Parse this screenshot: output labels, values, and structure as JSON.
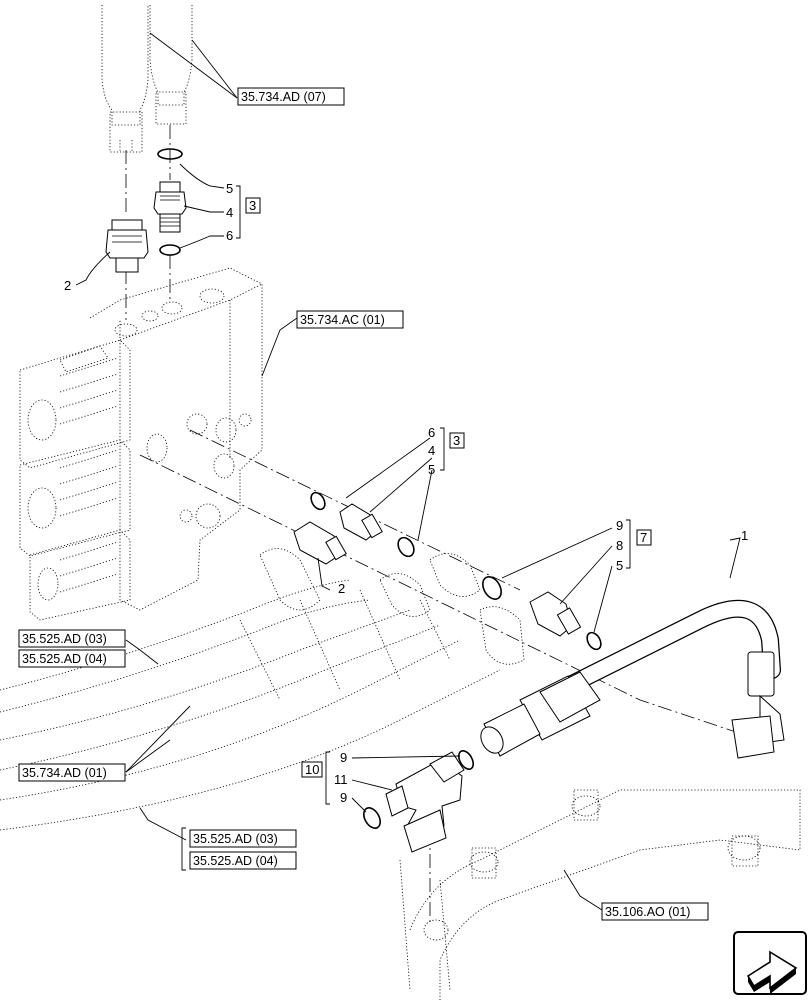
{
  "references": {
    "r1": "35.734.AD (07)",
    "r2": "35.734.AC (01)",
    "r3": "35.525.AD (03)",
    "r4": "35.525.AD (04)",
    "r5": "35.734.AD (01)",
    "r6": "35.525.AD (03)",
    "r7": "35.525.AD (04)",
    "r8": "35.106.AO (01)"
  },
  "callouts": {
    "a5": "5",
    "a4": "4",
    "a6": "6",
    "a3": "3",
    "b2": "2",
    "c6": "6",
    "c4": "4",
    "c5": "5",
    "c3": "3",
    "d2": "2",
    "e9": "9",
    "e8": "8",
    "e5": "5",
    "e7": "7",
    "f1": "1",
    "g9a": "9",
    "g11": "11",
    "g9b": "9",
    "g10": "10"
  },
  "icons": {
    "nav": "next-page-arrow-icon"
  }
}
